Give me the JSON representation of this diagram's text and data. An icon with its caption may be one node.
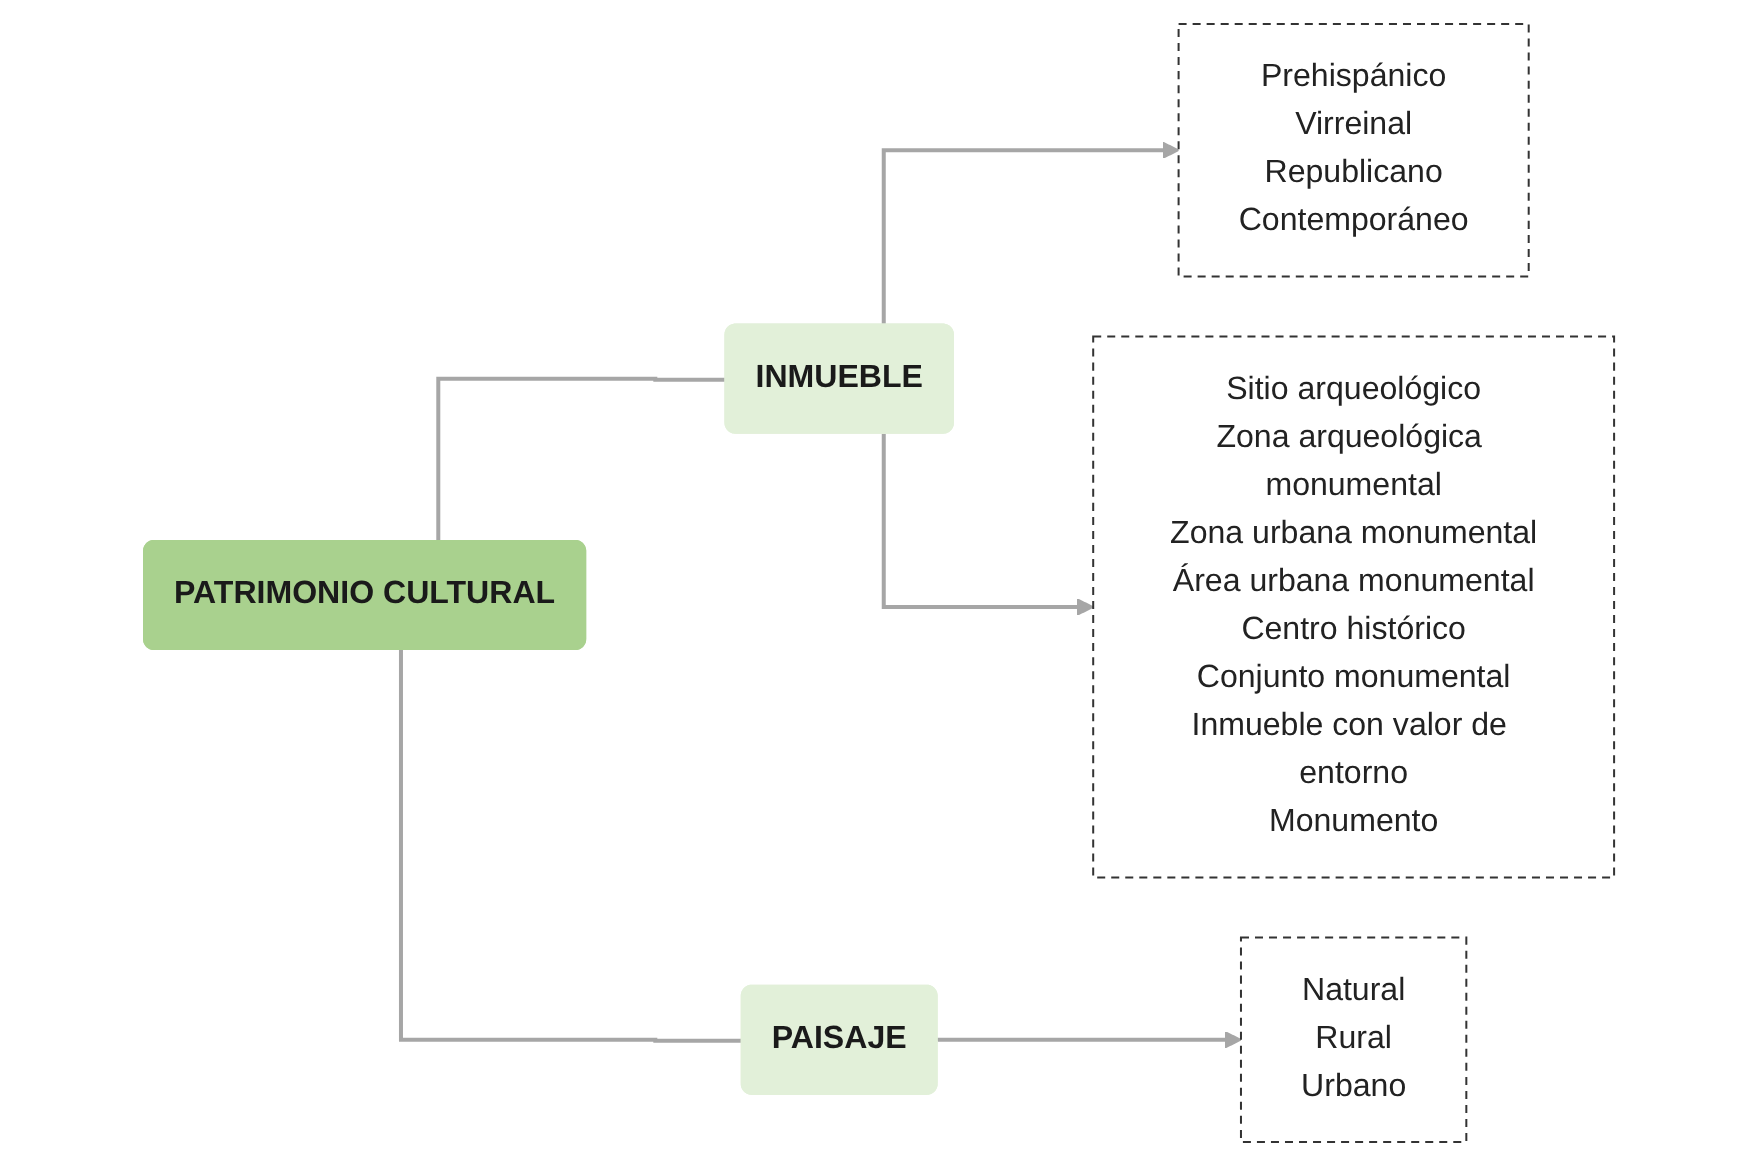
{
  "diagram": {
    "nodes": [
      {
        "text": [
          "PATRIMONIO CULTURAL"
        ]
      },
      {
        "text": [
          "INMUEBLE"
        ]
      },
      {
        "text": [
          "PAISAJE"
        ]
      },
      {
        "text": [
          "Prehispánico",
          "Virreinal",
          "Republicano",
          "Contemporáneo"
        ]
      },
      {
        "text": [
          "Sitio arqueológico",
          "Zona arqueológica monumental",
          "Zona urbana monumental",
          "Área urbana monumental",
          "Centro histórico",
          "Conjunto monumental",
          "Inmueble con valor de entorno",
          "Monumento"
        ]
      },
      {
        "text": [
          "Natural",
          "Rural",
          "Urbano"
        ]
      }
    ],
    "edges": [
      {
        "from": 0,
        "to": 1,
        "arrow": "none"
      },
      {
        "from": 0,
        "to": 2,
        "arrow": "none"
      },
      {
        "from": 1,
        "to": 3,
        "arrow": "to"
      },
      {
        "from": 1,
        "to": 4,
        "arrow": "to"
      },
      {
        "from": 2,
        "to": 5,
        "arrow": "to"
      }
    ]
  }
}
